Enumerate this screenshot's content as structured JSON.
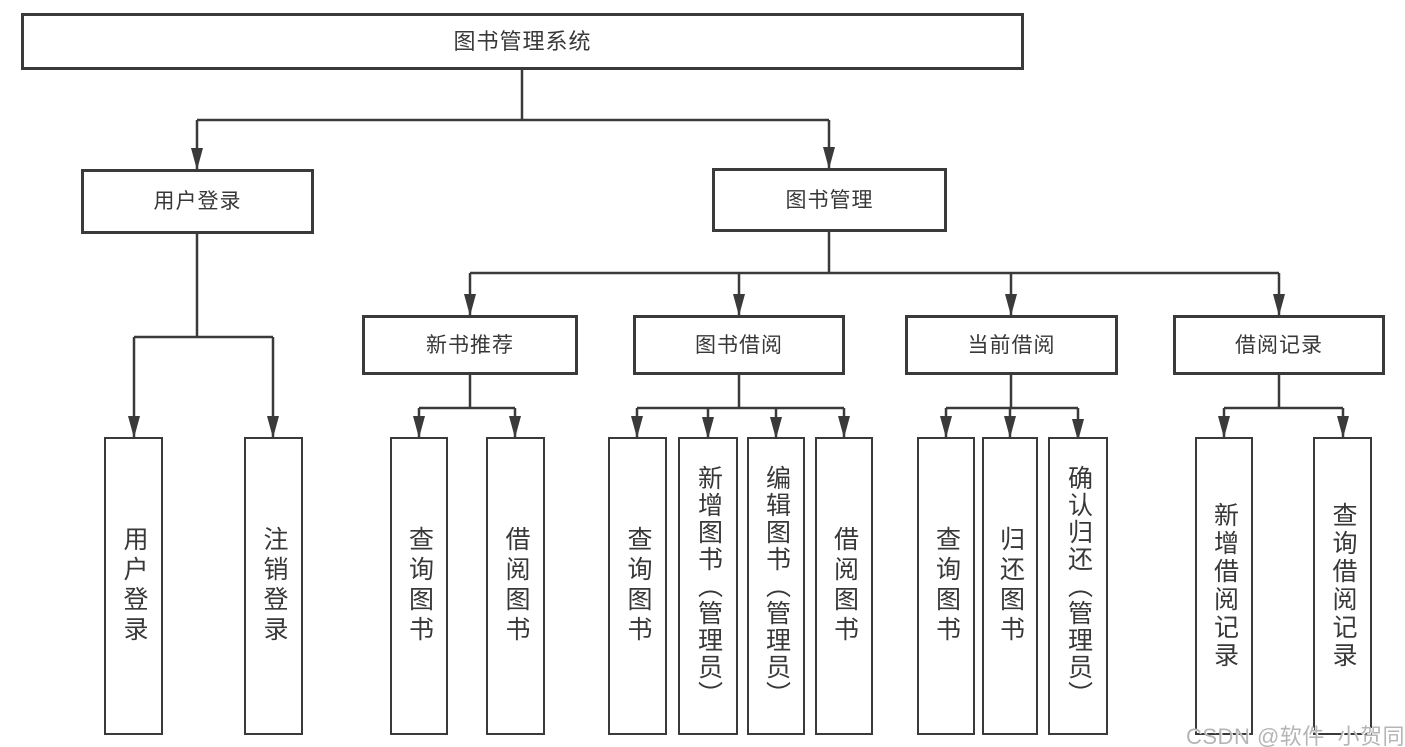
{
  "diagram": {
    "type": "hierarchy-tree",
    "colors": {
      "line": "#3a3a3a",
      "box_border": "#3a3a3a",
      "box_background": "#ffffff",
      "text": "#383838",
      "watermark_text": "#b5b5b5"
    },
    "root": {
      "label": "图书管理系统",
      "children": [
        {
          "label": "用户登录",
          "children": [
            {
              "label": "用户登录"
            },
            {
              "label": "注销登录"
            }
          ]
        },
        {
          "label": "图书管理",
          "children": [
            {
              "label": "新书推荐",
              "children": [
                {
                  "label": "查询图书"
                },
                {
                  "label": "借阅图书"
                }
              ]
            },
            {
              "label": "图书借阅",
              "children": [
                {
                  "label": "查询图书"
                },
                {
                  "label": "新增图书（管理员）"
                },
                {
                  "label": "编辑图书（管理员）"
                },
                {
                  "label": "借阅图书"
                }
              ]
            },
            {
              "label": "当前借阅",
              "children": [
                {
                  "label": "查询图书"
                },
                {
                  "label": "归还图书"
                },
                {
                  "label": "确认归还（管理员）"
                }
              ]
            },
            {
              "label": "借阅记录",
              "children": [
                {
                  "label": "新增借阅记录"
                },
                {
                  "label": "查询借阅记录"
                }
              ]
            }
          ]
        }
      ]
    },
    "watermark": "CSDN @软件_小贺同学"
  }
}
